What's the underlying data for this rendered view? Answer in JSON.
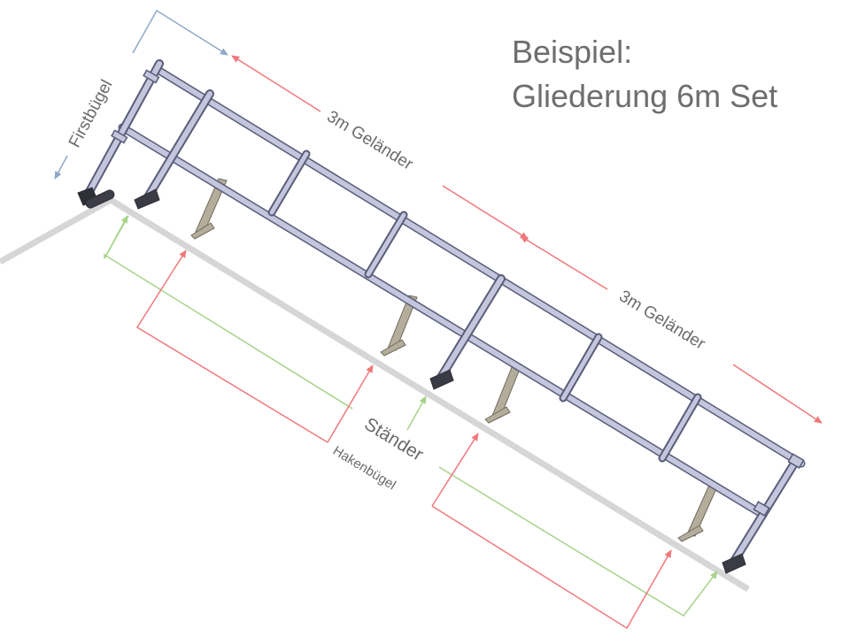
{
  "title": {
    "line1": "Beispiel:",
    "line2": "Gliederung 6m Set"
  },
  "labels": {
    "firstbugel": "Firstbügel",
    "gelaender_1": "3m Geländer",
    "gelaender_2": "3m Geländer",
    "staender": "Ständer",
    "hakenbugel": "Hakenbügel"
  },
  "colors": {
    "blue_arrow": "#8fa8c8",
    "red_arrow": "#f0787a",
    "green_arrow": "#a6d48a",
    "roof": "#d4d4d4",
    "rail": "#b9bdd6",
    "rail_edge": "#5a5d78",
    "bracket": "#b8b0a0",
    "text": "#6e6e6e"
  }
}
